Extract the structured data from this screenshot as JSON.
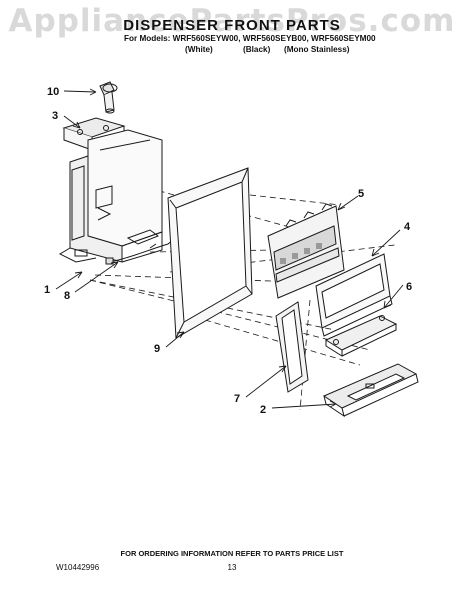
{
  "watermark": "AppliancePartsPros.com",
  "title": "DISPENSER FRONT PARTS",
  "models_line": "For Models: WRF560SEYW00, WRF560SEYB00, WRF560SEYM00",
  "colors": [
    "(White)",
    "(Black)",
    "(Mono Stainless)"
  ],
  "footer_note": "FOR ORDERING INFORMATION REFER TO PARTS PRICE LIST",
  "doc_number": "W10442996",
  "page_number": "13",
  "callouts": [
    "10",
    "3",
    "5",
    "4",
    "6",
    "1",
    "8",
    "9",
    "7",
    "2"
  ]
}
